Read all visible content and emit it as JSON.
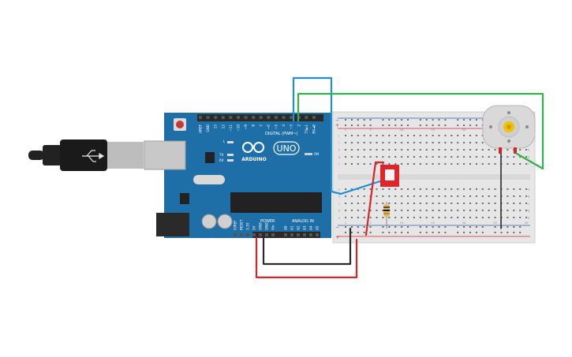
{
  "board": {
    "brand": "ARDUINO",
    "model": "UNO",
    "on_label": "ON",
    "tx_label": "TX",
    "rx_label": "RX",
    "l_label": "L",
    "digital_header": "DIGITAL (PWM~)",
    "power_header": "POWER",
    "analog_header": "ANALOG IN",
    "digital_pins": [
      "AREF",
      "GND",
      "13",
      "12",
      "~11",
      "~10",
      "~9",
      "8",
      "7",
      "~6",
      "~5",
      "4",
      "~3",
      "2",
      "TX►1",
      "RX◄0"
    ],
    "power_pins": [
      "IOREF",
      "RESET",
      "3.3V",
      "5V",
      "GND",
      "GND",
      "Vin"
    ],
    "analog_pins": [
      "A0",
      "A1",
      "A2",
      "A3",
      "A4",
      "A5"
    ]
  },
  "breadboard": {
    "rail_plus": "+",
    "rail_minus": "−",
    "row_letters_top": [
      "j",
      "i",
      "h",
      "g",
      "f"
    ],
    "row_letters_bottom": [
      "e",
      "d",
      "c",
      "b",
      "a"
    ],
    "column_numbers": [
      "1",
      "5",
      "10",
      "15",
      "20",
      "25",
      "30"
    ]
  },
  "colors": {
    "board_blue": "#1e6fa8",
    "wire_blue": "#1e8fd6",
    "wire_green": "#2fb24a",
    "wire_red": "#d6262a",
    "wire_black": "#2a2a2a",
    "switch_red": "#e0242a",
    "motor_gray": "#d9d9d9"
  },
  "components": {
    "usb_cable": "usb-cable",
    "switch": "slide-switch",
    "resistor": "resistor",
    "motor": "dc-motor"
  }
}
